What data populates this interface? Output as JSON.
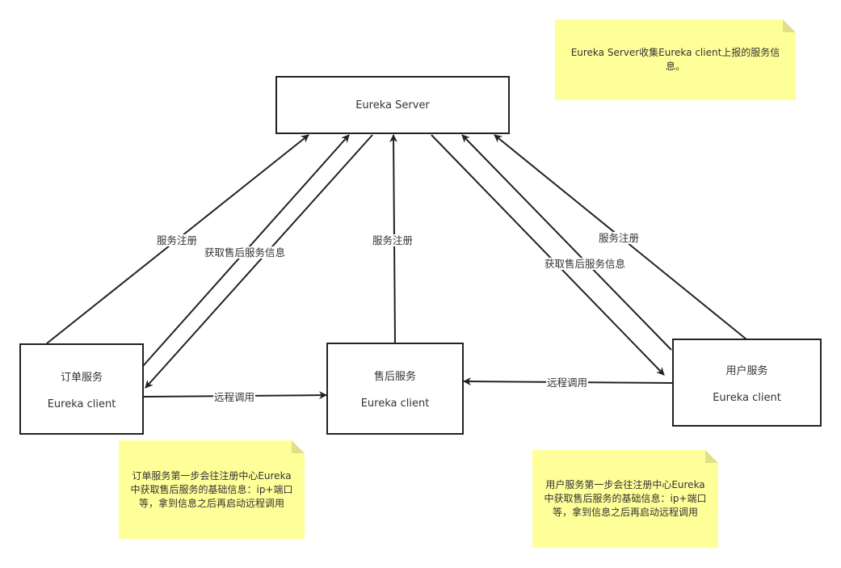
{
  "nodes": {
    "server": {
      "label": "Eureka Server"
    },
    "order": {
      "name": "订单服务",
      "client": "Eureka client"
    },
    "aftersale": {
      "name": "售后服务",
      "client": "Eureka client"
    },
    "user": {
      "name": "用户服务",
      "client": "Eureka client"
    }
  },
  "notes": {
    "top": "Eureka Server收集Eureka client上报的服务信息。",
    "left": "订单服务第一步会往注册中心Eureka中获取售后服务的基础信息：ip+端口等，拿到信息之后再启动远程调用",
    "right": "用户服务第一步会往注册中心Eureka中获取售后服务的基础信息：ip+端口等，拿到信息之后再启动远程调用"
  },
  "edges": {
    "order_register": "服务注册",
    "order_fetch": "获取售后服务信息",
    "aftersale_register": "服务注册",
    "user_fetch": "获取售后服务信息",
    "user_register": "服务注册",
    "order_call": "远程调用",
    "user_call": "远程调用"
  }
}
